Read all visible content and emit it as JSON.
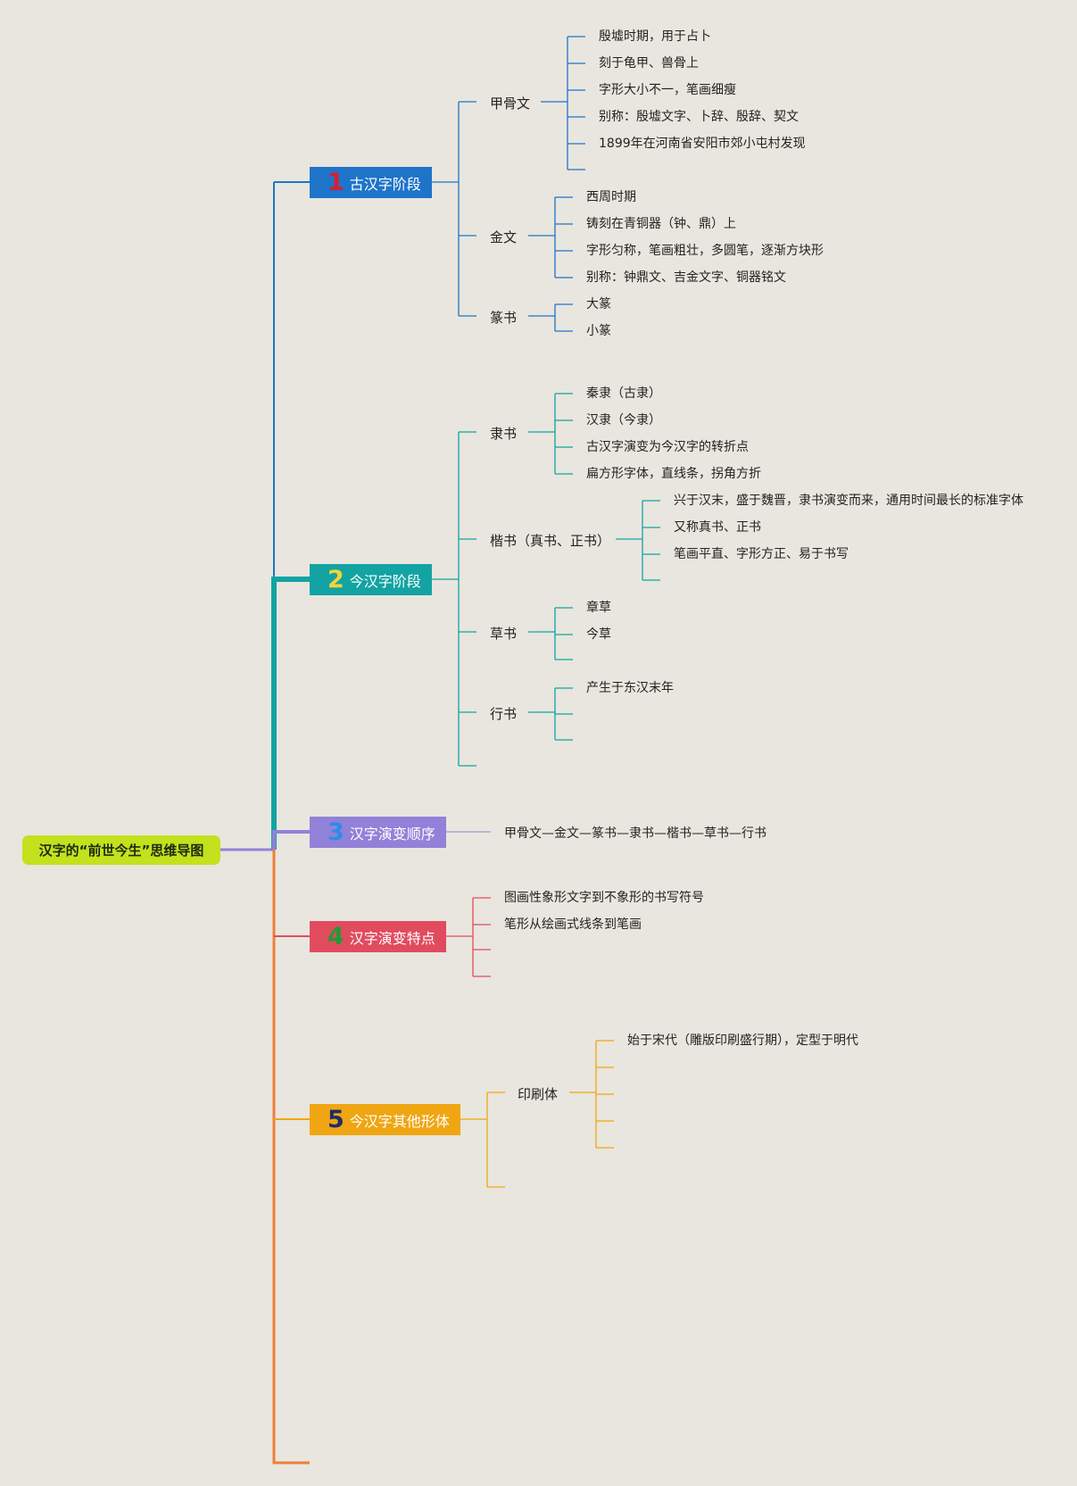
{
  "root": {
    "label": "汉字的“前世今生”思维导图"
  },
  "branches": [
    {
      "num": "1",
      "label": "古汉字阶段",
      "color": "#1e74c9",
      "num_color": "#d81e32"
    },
    {
      "num": "2",
      "label": "今汉字阶段",
      "color": "#13a3a3",
      "num_color": "#f2d43a"
    },
    {
      "num": "3",
      "label": "汉字演变顺序",
      "color": "#9181d8",
      "num_color": "#2e8ce6"
    },
    {
      "num": "4",
      "label": "汉字演变特点",
      "color": "#e14b5e",
      "num_color": "#219a35"
    },
    {
      "num": "5",
      "label": "今汉字其他形体",
      "color": "#efa612",
      "num_color": "#1f2b6e"
    }
  ],
  "sub": {
    "jiaguwen": "甲骨文",
    "jinwen": "金文",
    "zhuanshu": "篆书",
    "lishu": "隶书",
    "kaishu": "楷书（真书、正书）",
    "caoshu": "草书",
    "xingshu": "行书",
    "yinshuati": "印刷体"
  },
  "leaves": {
    "jiaguwen": [
      "殷墟时期，用于占卜",
      "刻于龟甲、兽骨上",
      "字形大小不一，笔画细瘦",
      "别称：殷墟文字、卜辞、殷辞、契文",
      "1899年在河南省安阳市郊小屯村发现"
    ],
    "jinwen": [
      "西周时期",
      "铸刻在青铜器（钟、鼎）上",
      "字形匀称，笔画粗壮，多圆笔，逐渐方块形",
      "别称：钟鼎文、吉金文字、铜器铭文"
    ],
    "zhuanshu": [
      "大篆",
      "小篆"
    ],
    "lishu": [
      "秦隶（古隶）",
      "汉隶（今隶）",
      "古汉字演变为今汉字的转折点",
      "扁方形字体，直线条，拐角方折"
    ],
    "kaishu": [
      "兴于汉末，盛于魏晋，隶书演变而来，通用时间最长的标准字体",
      "又称真书、正书",
      "笔画平直、字形方正、易于书写"
    ],
    "caoshu": [
      "章草",
      "今草"
    ],
    "xingshu": [
      "产生于东汉末年"
    ],
    "order": "甲骨文—金文—篆书—隶书—楷书—草书—行书",
    "features": [
      "图画性象形文字到不象形的书写符号",
      "笔形从绘画式线条到笔画"
    ],
    "yinshuati": [
      "始于宋代（雕版印刷盛行期），定型于明代"
    ]
  }
}
